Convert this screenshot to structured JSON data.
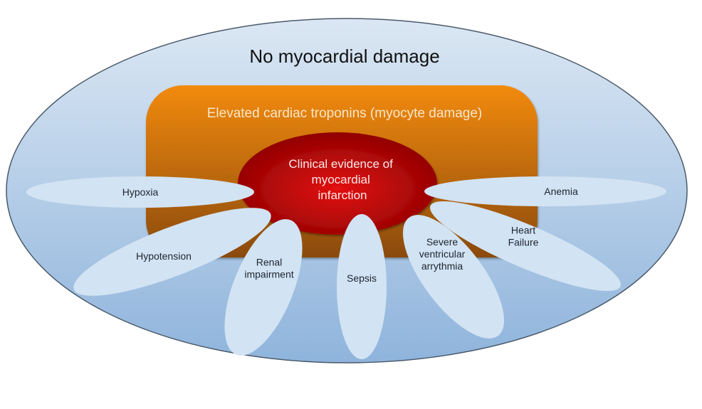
{
  "outer": {
    "label": "No myocardial damage",
    "fill_top": "#dbe7f3",
    "fill_bottom": "#8fb4dc"
  },
  "middle": {
    "label": "Elevated cardiac troponins (myocyte damage)",
    "fill_top": "#f08a10",
    "fill_bottom": "#8a4a0c"
  },
  "center": {
    "lines": [
      "Clinical evidence of",
      "myocardial",
      "infarction"
    ],
    "fill_center": "#e01010",
    "fill_edge": "#8a0000"
  },
  "petal_color": "#d2e3f3",
  "causes": [
    {
      "id": "hypoxia",
      "lines": [
        "Hypoxia"
      ]
    },
    {
      "id": "hypotension",
      "lines": [
        "Hypotension"
      ]
    },
    {
      "id": "renal-impairment",
      "lines": [
        "Renal",
        "impairment"
      ]
    },
    {
      "id": "sepsis",
      "lines": [
        "Sepsis"
      ]
    },
    {
      "id": "severe-ventricular-arrythmia",
      "lines": [
        "Severe",
        "ventricular",
        "arrythmia"
      ]
    },
    {
      "id": "heart-failure",
      "lines": [
        "Heart",
        "Failure"
      ]
    },
    {
      "id": "anemia",
      "lines": [
        "Anemia"
      ]
    }
  ]
}
